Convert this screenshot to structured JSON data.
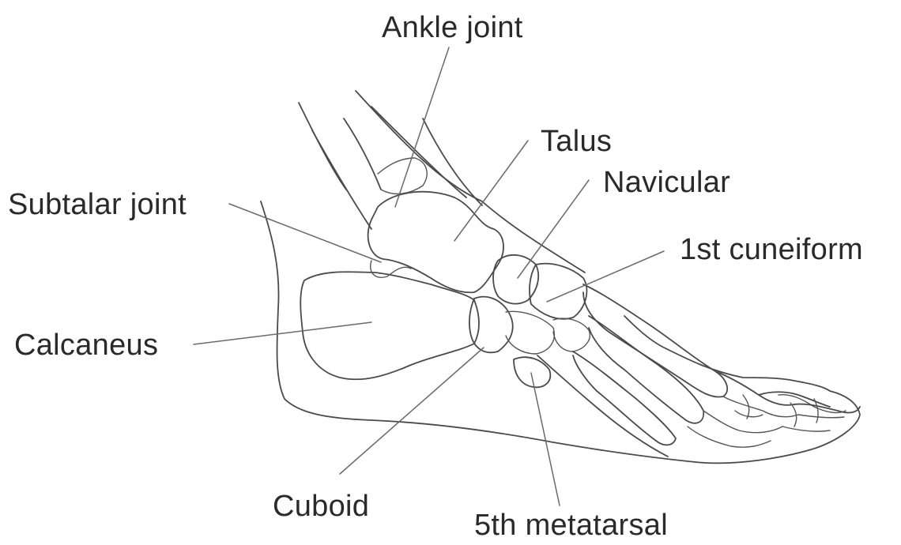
{
  "labels": {
    "ankle_joint": "Ankle joint",
    "talus": "Talus",
    "subtalar_joint": "Subtalar joint",
    "navicular": "Navicular",
    "first_cuneiform": "1st cuneiform",
    "calcaneus": "Calcaneus",
    "cuboid": "Cuboid",
    "fifth_metatarsal": "5th metatarsal"
  },
  "colors": {
    "line": "#4a4a4a",
    "text": "#2a2a2a",
    "background": "#ffffff"
  }
}
